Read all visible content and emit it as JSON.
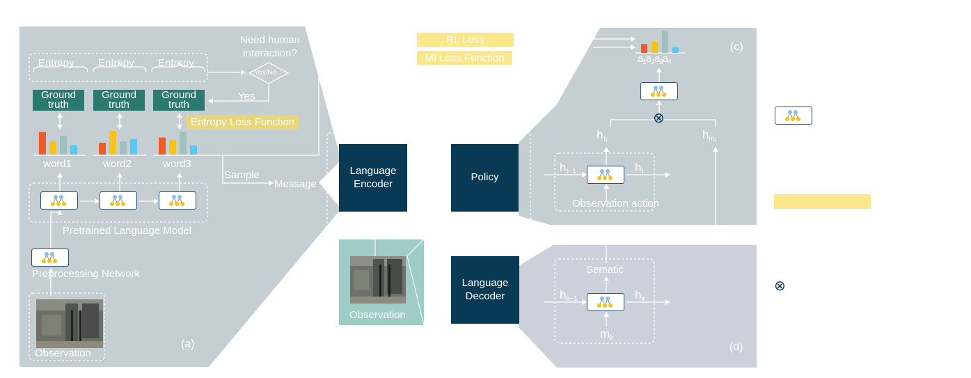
{
  "colors": {
    "panel": "#c5ced3",
    "panel_d": "#ccd0da",
    "navy": "#083a55",
    "teal": "#2b7a72",
    "teal_light": "#9ecdc8",
    "yellow": "#fce78a",
    "yellow_dark": "#e8d67a",
    "bar_red": "#f05a24",
    "bar_yellow": "#f7c31a",
    "bar_teal": "#9fc2c0",
    "bar_blue": "#5bc8f3",
    "node_blue": "#8fbfe0",
    "node_yellow": "#f7c31a"
  },
  "panel_a": {
    "label": "(a)",
    "entropy_labels": [
      "Entropy",
      "Entropy",
      "Entropy"
    ],
    "ground_truth": [
      "Ground truth",
      "Ground truth",
      "Ground truth"
    ],
    "words": [
      "word1",
      "word2",
      "word3"
    ],
    "question": "Need human interaction?",
    "decision": "Yes/No",
    "yes": "Yes",
    "entropy_loss": "Entropy Loss Function",
    "sample": "Sample",
    "message": "Message",
    "pretrained": "Pretrained Language Model",
    "preprocessing": "Preprocessing Network",
    "observation": "Observation",
    "bars": [
      [
        0.95,
        0.55,
        0.8,
        0.4
      ],
      [
        0.5,
        1.0,
        0.55,
        0.65
      ],
      [
        0.72,
        0.6,
        0.95,
        0.38
      ]
    ]
  },
  "legend": {
    "rl_loss": "RL Loss",
    "mi_loss": "MI Loss Function"
  },
  "center": {
    "language_encoder": "Language Encoder",
    "policy": "Policy",
    "language_decoder": "Language Decoder",
    "observation": "Observation"
  },
  "panel_c": {
    "label": "(c)",
    "actions": [
      "a",
      "a",
      "a",
      "a"
    ],
    "action_subs": [
      "1",
      "2",
      "3",
      "4"
    ],
    "action_bars": [
      0.4,
      0.5,
      1.0,
      0.25
    ],
    "h_tau": "h",
    "h_tau_sub": "τ",
    "h_tau_subsub": "t",
    "h_m": "h",
    "h_m_sub": "m",
    "h_m_subsub": "t",
    "h_prev": "h",
    "h_prev_sub": "t−1",
    "h_cur": "h",
    "h_cur_sub": "t",
    "otimes": "⊗",
    "obs_action": "Observation action"
  },
  "panel_d": {
    "label": "(d)",
    "sematic": "Sematic",
    "h_prev": "h",
    "h_prev_sub": "k−1",
    "h_cur": "h",
    "h_cur_sub": "k",
    "m": "m",
    "m_sub": "k"
  },
  "legend_right": {
    "otimes": "⊗"
  }
}
